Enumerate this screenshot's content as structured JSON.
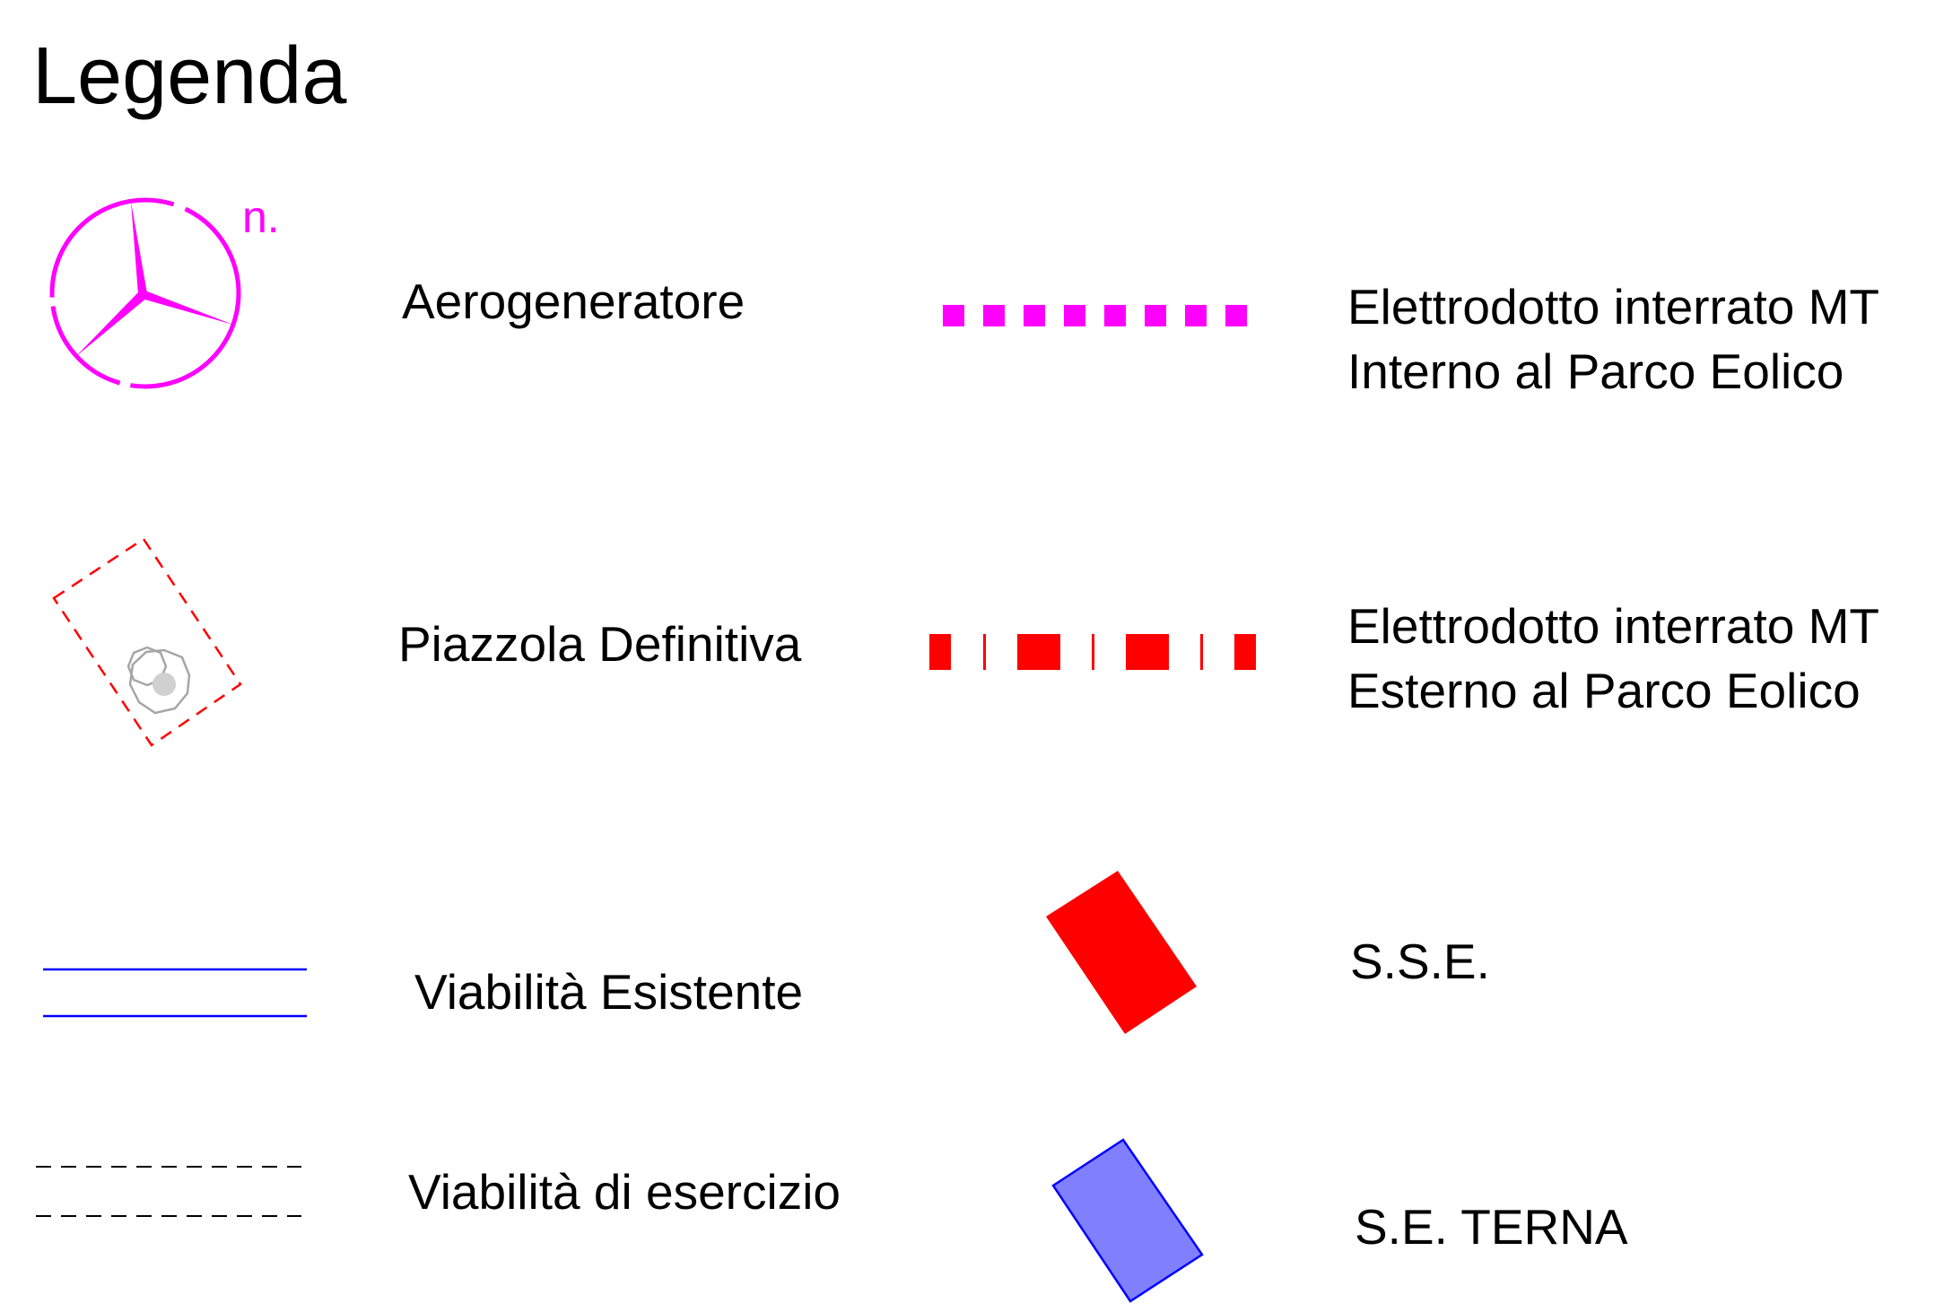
{
  "title": "Legenda",
  "colors": {
    "magenta": "#ff00ff",
    "red": "#ff0000",
    "blue": "#0000ff",
    "terna_fill": "#8080ff",
    "grey": "#a6a6a6",
    "light_grey": "#d0d0d0"
  },
  "legend": {
    "aerogeneratore": {
      "label": "Aerogeneratore",
      "tag": "n.",
      "icon": "wind-turbine-icon"
    },
    "piazzola": {
      "label": "Piazzola Definitiva",
      "icon": "turbine-pad-icon"
    },
    "viabilita_esistente": {
      "label": "Viabilità Esistente",
      "icon": "existing-road-icon"
    },
    "viabilita_esercizio": {
      "label": "Viabilità di esercizio",
      "icon": "service-road-icon"
    },
    "elettrodotto_interno": {
      "line1": "Elettrodotto interrato MT",
      "line2": "Interno al Parco Eolico",
      "icon": "internal-cable-line-icon"
    },
    "elettrodotto_esterno": {
      "line1": "Elettrodotto interrato MT",
      "line2": "Esterno al Parco Eolico",
      "icon": "external-cable-line-icon"
    },
    "sse": {
      "label": "S.S.E.",
      "icon": "substation-icon"
    },
    "se_terna": {
      "label": "S.E. TERNA",
      "icon": "terna-station-icon"
    }
  }
}
